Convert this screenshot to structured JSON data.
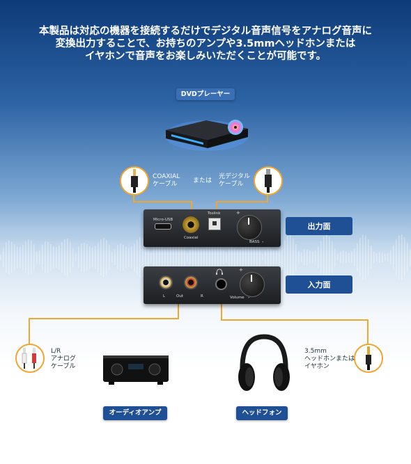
{
  "intro_lines": [
    "本製品は対応の機器を接続するだけでデジタル音声信号をアナログ音声に",
    "変換出力することで、お持ちのアンプや3.5mmヘッドホンまたは",
    "イヤホンで音声をお楽しみいただくことが可能です。"
  ],
  "dvd_label": "DVDプレーヤー",
  "coaxial_label": [
    "COAXIAL",
    "ケーブル"
  ],
  "or_label": "または",
  "optical_label": [
    "光デジタル",
    "ケーブル"
  ],
  "output_panel": {
    "tag": "出力面",
    "micro_usb": "Micro-USB",
    "coaxial": "Coaxial",
    "toslink": "Toslink",
    "bass": "BASS",
    "plus": "+",
    "minus": "-"
  },
  "input_panel": {
    "tag": "入力面",
    "l": "L",
    "out": "Out",
    "r": "R",
    "volume": "Volume",
    "plus": "+",
    "minus": "-"
  },
  "lr_label": [
    "L/R",
    "アナログ",
    "ケーブル"
  ],
  "headphone_cable_label": [
    "3.5mm",
    "ヘッドホンまたは",
    "イヤホン"
  ],
  "amp_label": "オーディオアンプ",
  "headphone_label": "ヘッドフォン",
  "colors": {
    "cable": "#f2a52f",
    "tag_bg": "#1f4f95",
    "bg_top": "#0d3a78"
  }
}
